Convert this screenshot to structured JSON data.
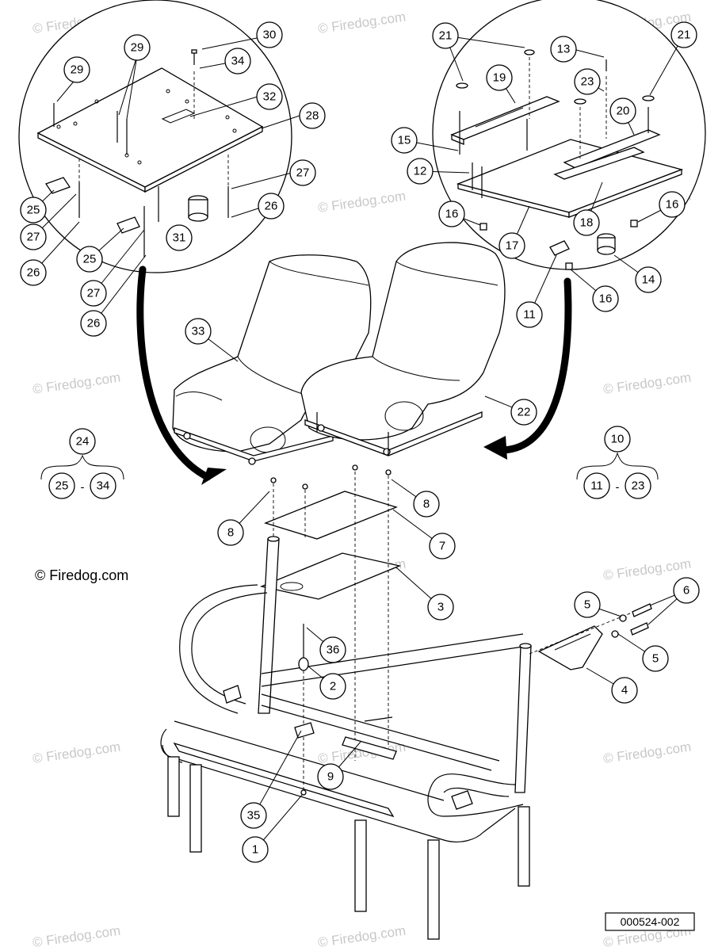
{
  "diagram": {
    "copyright_text": "© Firedog.com",
    "watermark_text": "© Firedog.com",
    "drawing_number": "000524-002",
    "groups": [
      {
        "id": "24",
        "range_start": "25",
        "range_sep": "-",
        "range_end": "34"
      },
      {
        "id": "10",
        "range_start": "11",
        "range_sep": "-",
        "range_end": "23"
      }
    ],
    "callouts": [
      "30",
      "29",
      "34",
      "29",
      "32",
      "28",
      "27",
      "25",
      "26",
      "27",
      "31",
      "25",
      "26",
      "27",
      "26",
      "21",
      "13",
      "21",
      "19",
      "23",
      "20",
      "15",
      "12",
      "16",
      "16",
      "18",
      "17",
      "14",
      "11",
      "16",
      "33",
      "22",
      "8",
      "8",
      "7",
      "3",
      "5",
      "6",
      "5",
      "4",
      "36",
      "2",
      "9",
      "35",
      "1"
    ]
  }
}
